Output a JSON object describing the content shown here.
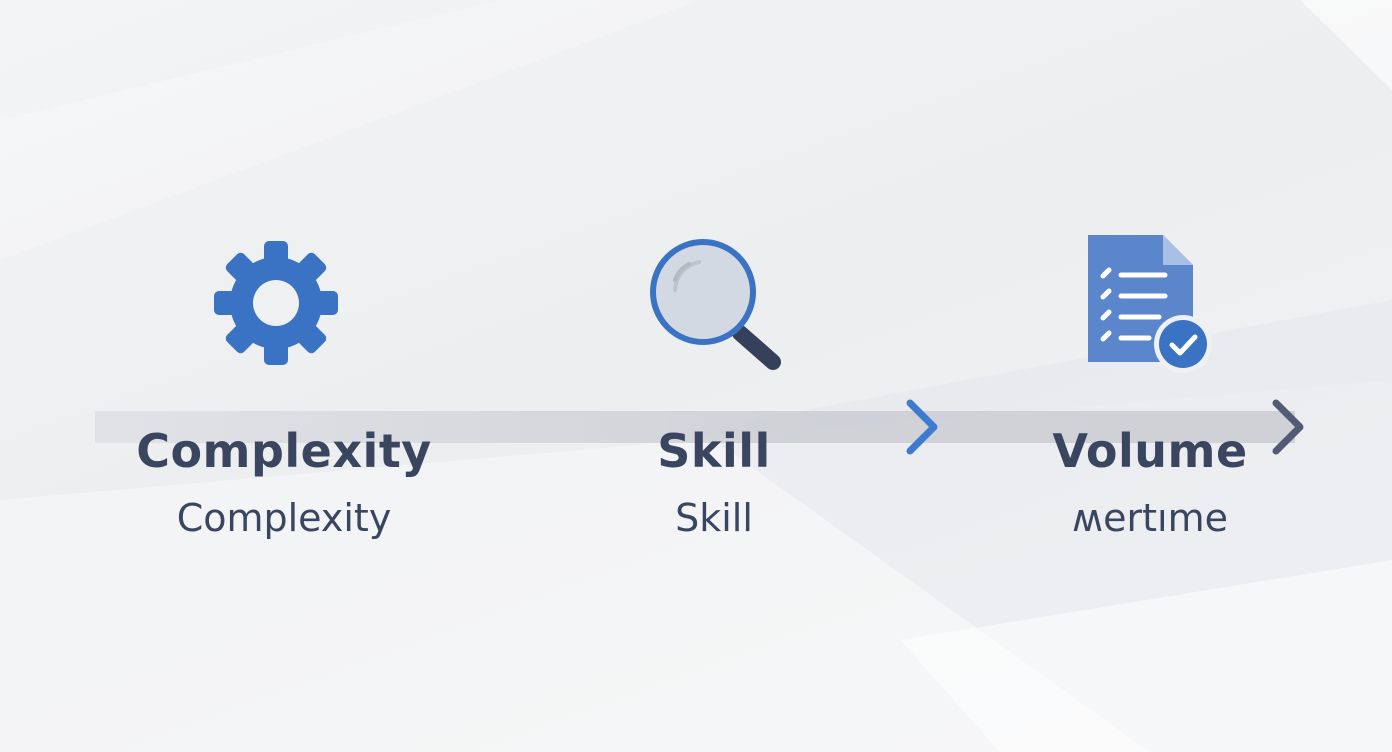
{
  "colors": {
    "accent": "#3b73c4",
    "doc_blue": "#5b86cc",
    "text": "#3a4660",
    "chevron_blue": "#3d7bd0",
    "chevron_dark": "#515b74"
  },
  "steps": [
    {
      "icon": "gear-icon",
      "title": "Complexity",
      "subtitle": "Complexity"
    },
    {
      "icon": "magnifier-icon",
      "title": "Skill",
      "subtitle": "Skill"
    },
    {
      "icon": "checklist-document-icon",
      "title": "Volume",
      "subtitle": "ʍertıme"
    }
  ],
  "arrows": [
    "chevron-right-icon",
    "chevron-right-icon"
  ]
}
